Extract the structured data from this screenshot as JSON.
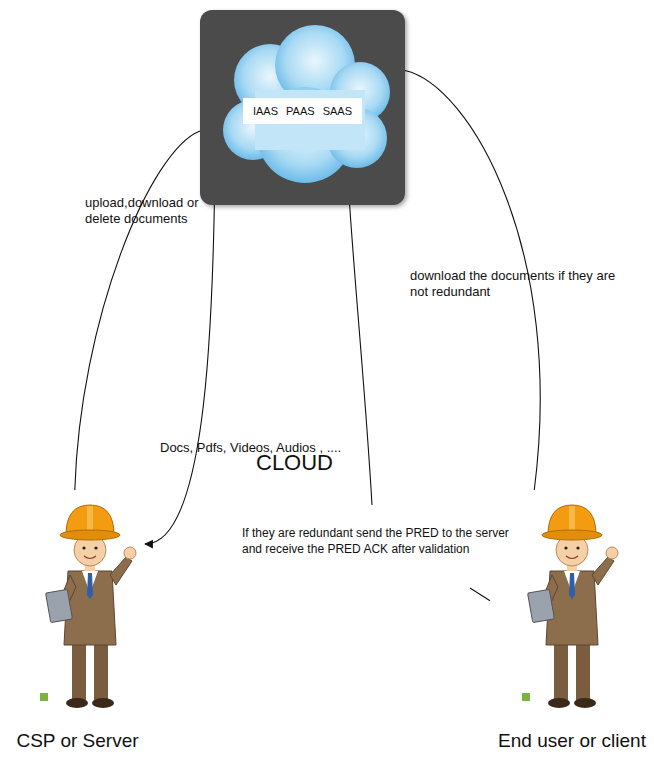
{
  "diagram": {
    "nodes": [
      {
        "text": [
          "IAAS PAAS SAAS"
        ]
      },
      {
        "text": [
          "CSP or Server"
        ]
      },
      {
        "text": [
          "End user or client"
        ]
      }
    ],
    "edges": [
      {
        "from": 1,
        "to": 0,
        "arrow": "none",
        "label": "upload,download or delete documents"
      },
      {
        "from": 0,
        "to": 1,
        "arrow": "to",
        "label": "Docs, Pdfs, Videos, Audios , ...."
      },
      {
        "from": 0,
        "to": 2,
        "arrow": "none",
        "label": "download the documents if they are not redundant"
      },
      {
        "from": 2,
        "to": 0,
        "arrow": "none",
        "label": "If they are redundant send the PRED to the server and receive the PRED ACK after validation"
      }
    ],
    "labels": [
      "CLOUD"
    ]
  }
}
